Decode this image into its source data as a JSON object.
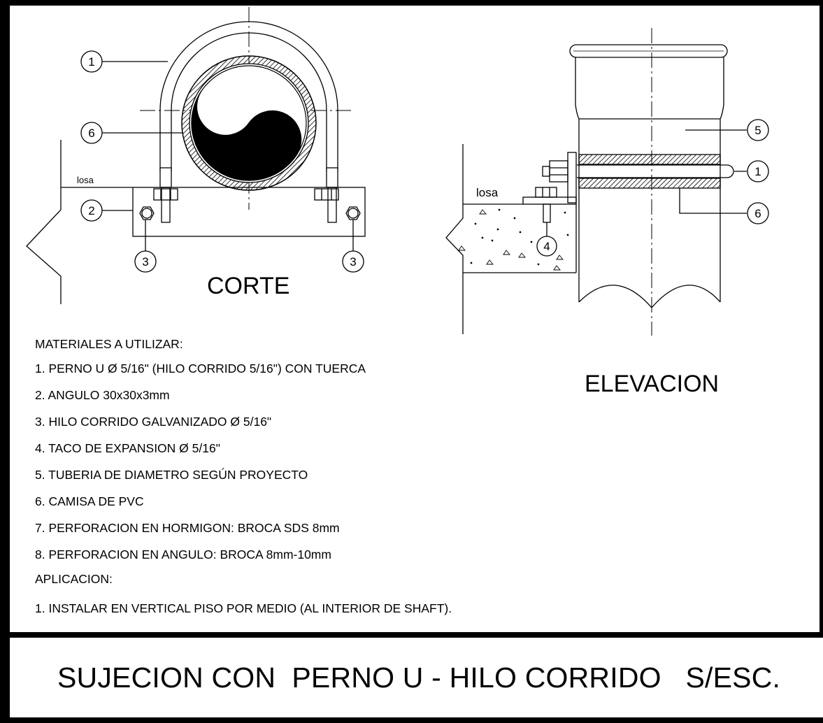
{
  "corte": {
    "title": "CORTE",
    "losa_label": "losa",
    "callouts": [
      "1",
      "6",
      "2",
      "3",
      "3"
    ]
  },
  "elevacion": {
    "title": "ELEVACION",
    "losa_label": "losa",
    "callouts": [
      "5",
      "1",
      "6",
      "4"
    ]
  },
  "materials": {
    "heading": "MATERIALES A UTILIZAR:",
    "items": [
      "1. PERNO U Ø 5/16\" (HILO CORRIDO 5/16\") CON TUERCA",
      "2. ANGULO 30x30x3mm",
      "3. HILO CORRIDO GALVANIZADO Ø 5/16\"",
      "4. TACO DE EXPANSION Ø 5/16\"",
      "5. TUBERIA DE DIAMETRO SEGÚN PROYECTO",
      "6. CAMISA DE PVC",
      "7. PERFORACION EN HORMIGON: BROCA SDS 8mm",
      "8. PERFORACION EN ANGULO: BROCA 8mm-10mm"
    ],
    "application_heading": "APLICACION:",
    "application_items": [
      "1. INSTALAR EN VERTICAL PISO POR MEDIO (AL INTERIOR DE SHAFT)."
    ]
  },
  "sheet_title": "SUJECION CON  PERNO U - HILO CORRIDO   S/ESC."
}
